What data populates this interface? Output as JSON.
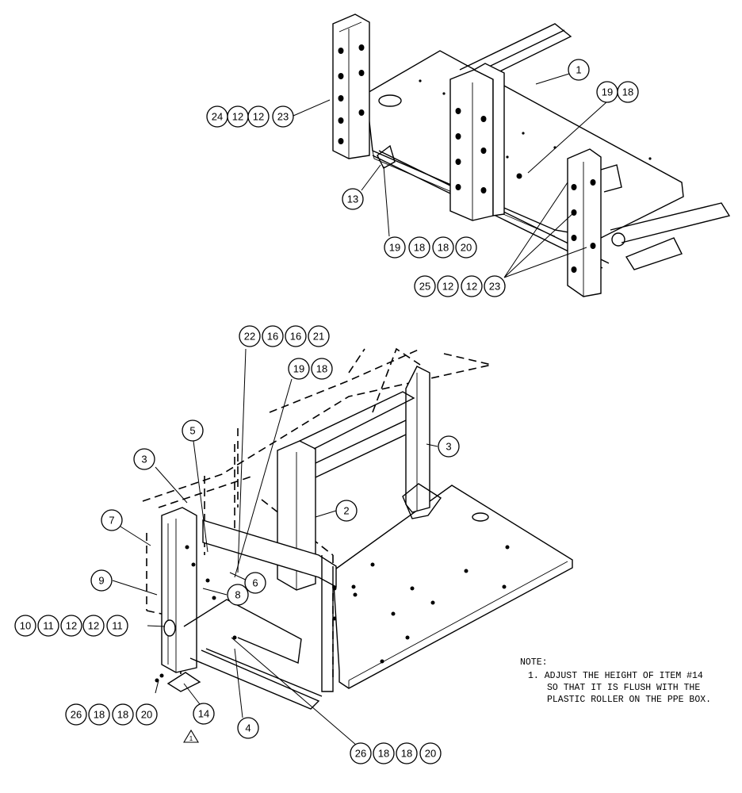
{
  "balloons": {
    "top_row1": [
      "24",
      "12",
      "12",
      "23"
    ],
    "top_item1": "1",
    "top_19_18": [
      "19",
      "18"
    ],
    "top_item13": "13",
    "top_19_18_18_20": [
      "19",
      "18",
      "18",
      "20"
    ],
    "top_25_12_12_23": [
      "25",
      "12",
      "12",
      "23"
    ],
    "bot_22_16_16_21": [
      "22",
      "16",
      "16",
      "21"
    ],
    "bot_19_18": [
      "19",
      "18"
    ],
    "bot_item3_right": "3",
    "bot_item5": "5",
    "bot_item3_left": "3",
    "bot_item2": "2",
    "bot_item7": "7",
    "bot_item6": "6",
    "bot_item9": "9",
    "bot_item8": "8",
    "bot_10_11_12_12_11": [
      "10",
      "11",
      "12",
      "12",
      "11"
    ],
    "bot_26_18_18_20_left": [
      "26",
      "18",
      "18",
      "20"
    ],
    "bot_item14": "14",
    "bot_item4": "4",
    "bot_26_18_18_20_right": [
      "26",
      "18",
      "18",
      "20"
    ]
  },
  "revision_flag": "1",
  "note": {
    "heading": "NOTE:",
    "line1": "1. ADJUST THE HEIGHT OF ITEM #14",
    "line2": "SO THAT IT IS FLUSH WITH THE",
    "line3": "PLASTIC ROLLER ON THE PPE BOX."
  }
}
